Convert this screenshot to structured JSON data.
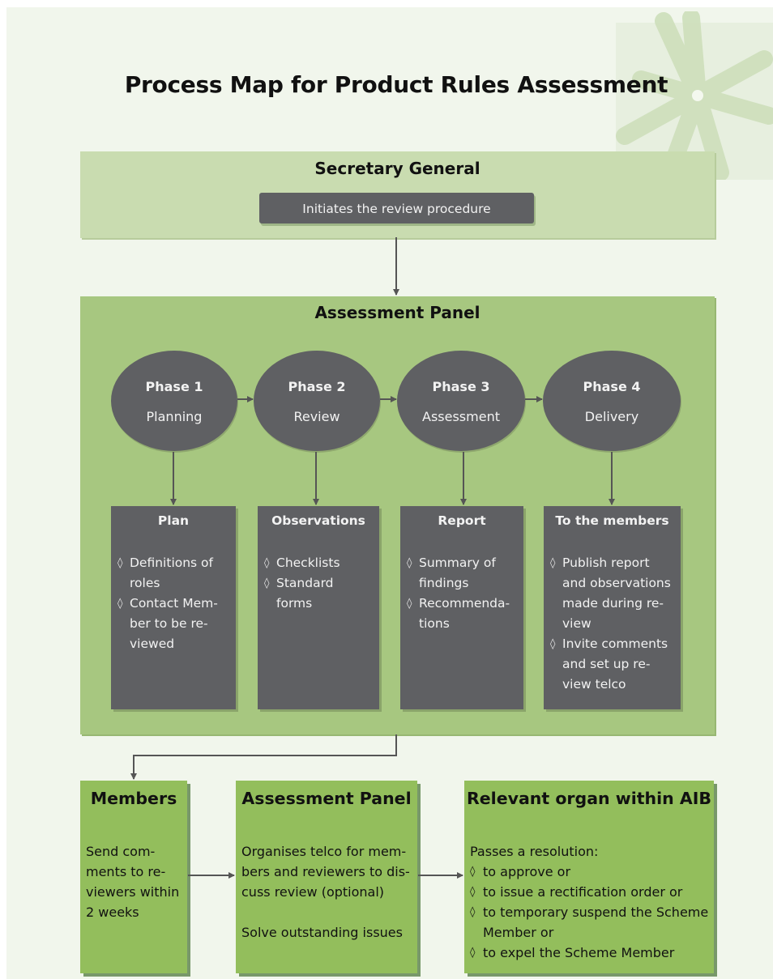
{
  "title": "Process Map for Product Rules Assessment",
  "secretary": {
    "title": "Secretary General",
    "action": "Initiates the review procedure"
  },
  "panel": {
    "title": "Assessment Panel",
    "phases": [
      {
        "num": "Phase 1",
        "name": "Planning"
      },
      {
        "num": "Phase 2",
        "name": "Review"
      },
      {
        "num": "Phase 3",
        "name": "Assessment"
      },
      {
        "num": "Phase 4",
        "name": "Delivery"
      }
    ],
    "cards": [
      {
        "title": "Plan",
        "lines": [
          [
            "Definitions of",
            "roles"
          ],
          [
            "Contact Mem-",
            "ber to be re-",
            "viewed"
          ]
        ]
      },
      {
        "title": "Observations",
        "lines": [
          [
            "Checklists"
          ],
          [
            "Standard",
            "forms"
          ]
        ]
      },
      {
        "title": "Report",
        "lines": [
          [
            "Summary of",
            "findings"
          ],
          [
            "Recommenda-",
            "tions"
          ]
        ]
      },
      {
        "title": "To the members",
        "lines": [
          [
            "Publish report",
            "and observations",
            "made during re-",
            "view"
          ],
          [
            "Invite comments",
            "and set up re-",
            "view telco"
          ]
        ]
      }
    ]
  },
  "members": {
    "title": "Members",
    "text": [
      "Send com-",
      "ments to re-",
      "viewers within",
      "2 weeks"
    ]
  },
  "assessment_panel_box": {
    "title": "Assessment Panel",
    "text": [
      "Organises telco for mem-",
      "bers and reviewers to dis-",
      "cuss review (optional)"
    ],
    "text2": "Solve outstanding issues"
  },
  "organ": {
    "title": "Relevant organ within AIB",
    "intro": "Passes a resolution:",
    "items": [
      [
        "to approve or"
      ],
      [
        "to issue a rectification order or"
      ],
      [
        "to temporary suspend the Scheme",
        "Member or"
      ],
      [
        "to expel the Scheme Member"
      ]
    ]
  },
  "colors": {
    "background": "#f1f6ec",
    "secretary_band": "#c9dcb0",
    "panel_band": "#a7c780",
    "dark_shape": "#5f6063",
    "green_box": "#93be5c",
    "connector": "#555555"
  }
}
